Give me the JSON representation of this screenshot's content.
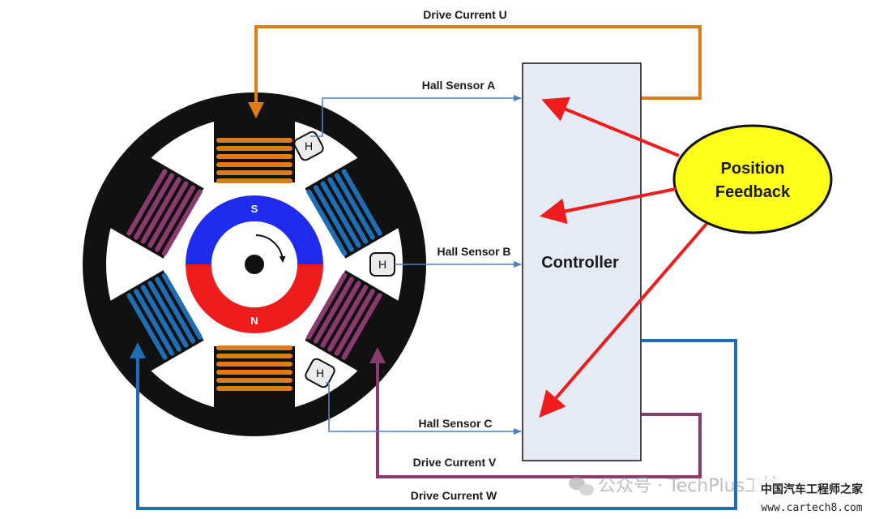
{
  "labels": {
    "drive_u": "Drive Current U",
    "drive_v": "Drive Current V",
    "drive_w": "Drive Current W",
    "hall_a": "Hall Sensor A",
    "hall_b": "Hall Sensor B",
    "hall_c": "Hall Sensor C",
    "controller": "Controller",
    "feedback_line1": "Position",
    "feedback_line2": "Feedback",
    "rotor_south": "S",
    "rotor_north": "N",
    "hall_letter": "H"
  },
  "watermark": {
    "wechat": "公众号 · TechPlus工控",
    "site_cn": "中国汽车工程师之家",
    "site_url": "www.cartech8.com"
  },
  "colors": {
    "phase_u": "#E07B1A",
    "phase_v": "#8B3A6E",
    "phase_w": "#1E6EB5",
    "hall_signal": "#4F81BD",
    "feedback_arrow": "#EE1C1C",
    "feedback_fill": "#FFFF1A",
    "controller_fill": "#E4EBF5",
    "rotor_south": "#1F2BEF",
    "rotor_north": "#EE1C1C",
    "stator": "#111111"
  }
}
